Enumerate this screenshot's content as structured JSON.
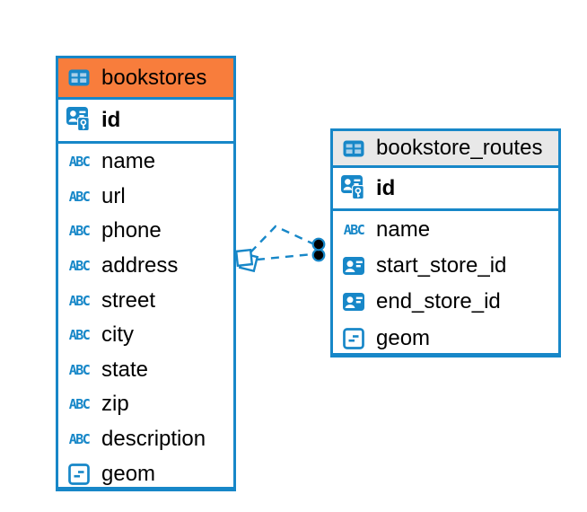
{
  "diagram": {
    "background": "#ffffff",
    "colors": {
      "accent_blue": "#1787c8",
      "bookstores_header": "#f87d3c",
      "routes_header": "#e8e8e8",
      "text": "#000000",
      "connector_dot": "#000000"
    },
    "abc_icon_text": "ABC",
    "tables": [
      {
        "title": "bookstores",
        "title_icon": "table-icon",
        "header_color": "#f87d3c",
        "primary_key": {
          "name": "id",
          "icon": "primary-key-icon"
        },
        "fields": [
          {
            "name": "name",
            "icon": "text-abc-icon"
          },
          {
            "name": "url",
            "icon": "text-abc-icon"
          },
          {
            "name": "phone",
            "icon": "text-abc-icon"
          },
          {
            "name": "address",
            "icon": "text-abc-icon"
          },
          {
            "name": "street",
            "icon": "text-abc-icon"
          },
          {
            "name": "city",
            "icon": "text-abc-icon"
          },
          {
            "name": "state",
            "icon": "text-abc-icon"
          },
          {
            "name": "zip",
            "icon": "text-abc-icon"
          },
          {
            "name": "description",
            "icon": "text-abc-icon"
          },
          {
            "name": "geom",
            "icon": "geometry-icon"
          }
        ]
      },
      {
        "title": "bookstore_routes",
        "title_icon": "table-icon",
        "header_color": "#e8e8e8",
        "primary_key": {
          "name": "id",
          "icon": "primary-key-icon"
        },
        "fields": [
          {
            "name": "name",
            "icon": "text-abc-icon"
          },
          {
            "name": "start_store_id",
            "icon": "person-id-icon"
          },
          {
            "name": "end_store_id",
            "icon": "person-id-icon"
          },
          {
            "name": "geom",
            "icon": "geometry-icon"
          }
        ]
      }
    ],
    "connector": {
      "from_table": "bookstores",
      "to_table": "bookstore_routes",
      "line_style": "dashed",
      "line_color": "#1787c8",
      "line_count": 2,
      "source_marker": "overlapping-squares",
      "target_marker": "filled-black-dots"
    }
  }
}
